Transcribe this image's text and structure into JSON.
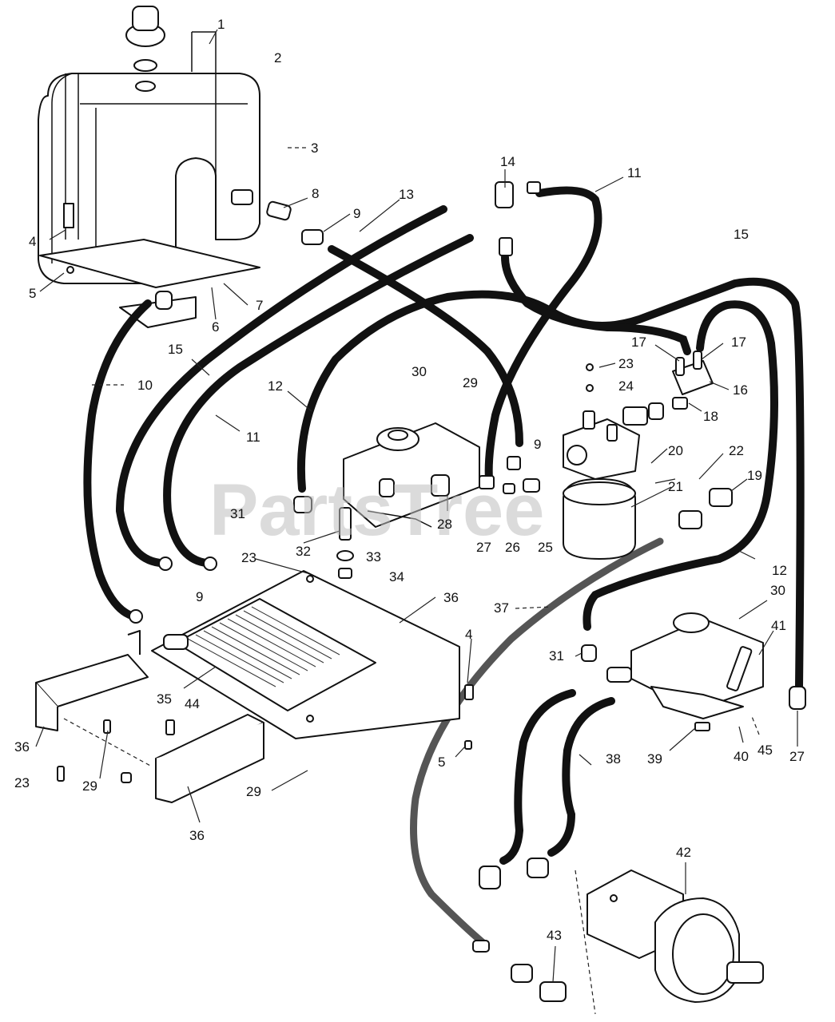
{
  "watermark": "PartsTree",
  "callouts": [
    {
      "id": "c1",
      "text": "1"
    },
    {
      "id": "c2",
      "text": "2"
    },
    {
      "id": "c3",
      "text": "3"
    },
    {
      "id": "c4a",
      "text": "4"
    },
    {
      "id": "c5a",
      "text": "5"
    },
    {
      "id": "c6",
      "text": "6"
    },
    {
      "id": "c7",
      "text": "7"
    },
    {
      "id": "c8",
      "text": "8"
    },
    {
      "id": "c9a",
      "text": "9"
    },
    {
      "id": "c13",
      "text": "13"
    },
    {
      "id": "c14",
      "text": "14"
    },
    {
      "id": "c11a",
      "text": "11"
    },
    {
      "id": "c15a",
      "text": "15"
    },
    {
      "id": "c10",
      "text": "10"
    },
    {
      "id": "c15b",
      "text": "15"
    },
    {
      "id": "c12a",
      "text": "12"
    },
    {
      "id": "c11b",
      "text": "11"
    },
    {
      "id": "c30a",
      "text": "30"
    },
    {
      "id": "c29a",
      "text": "29"
    },
    {
      "id": "c23a",
      "text": "23"
    },
    {
      "id": "c24",
      "text": "24"
    },
    {
      "id": "c17a",
      "text": "17"
    },
    {
      "id": "c17b",
      "text": "17"
    },
    {
      "id": "c16",
      "text": "16"
    },
    {
      "id": "c18",
      "text": "18"
    },
    {
      "id": "c9b",
      "text": "9"
    },
    {
      "id": "c20",
      "text": "20"
    },
    {
      "id": "c22",
      "text": "22"
    },
    {
      "id": "c21",
      "text": "21"
    },
    {
      "id": "c19",
      "text": "19"
    },
    {
      "id": "c31a",
      "text": "31"
    },
    {
      "id": "c32",
      "text": "32"
    },
    {
      "id": "c28",
      "text": "28"
    },
    {
      "id": "c27a",
      "text": "27"
    },
    {
      "id": "c26",
      "text": "26"
    },
    {
      "id": "c25",
      "text": "25"
    },
    {
      "id": "c33",
      "text": "33"
    },
    {
      "id": "c34",
      "text": "34"
    },
    {
      "id": "c23b",
      "text": "23"
    },
    {
      "id": "c12b",
      "text": "12"
    },
    {
      "id": "c9c",
      "text": "9"
    },
    {
      "id": "c36a",
      "text": "36"
    },
    {
      "id": "c37",
      "text": "37"
    },
    {
      "id": "c30b",
      "text": "30"
    },
    {
      "id": "c4b",
      "text": "4"
    },
    {
      "id": "c41",
      "text": "41"
    },
    {
      "id": "c31b",
      "text": "31"
    },
    {
      "id": "c35",
      "text": "35"
    },
    {
      "id": "c44",
      "text": "44"
    },
    {
      "id": "c36b",
      "text": "36"
    },
    {
      "id": "c23c",
      "text": "23"
    },
    {
      "id": "c29b",
      "text": "29"
    },
    {
      "id": "c29c",
      "text": "29"
    },
    {
      "id": "c5b",
      "text": "5"
    },
    {
      "id": "c38",
      "text": "38"
    },
    {
      "id": "c39",
      "text": "39"
    },
    {
      "id": "c40",
      "text": "40"
    },
    {
      "id": "c45",
      "text": "45"
    },
    {
      "id": "c27b",
      "text": "27"
    },
    {
      "id": "c36c",
      "text": "36"
    },
    {
      "id": "c42",
      "text": "42"
    },
    {
      "id": "c43",
      "text": "43"
    }
  ]
}
